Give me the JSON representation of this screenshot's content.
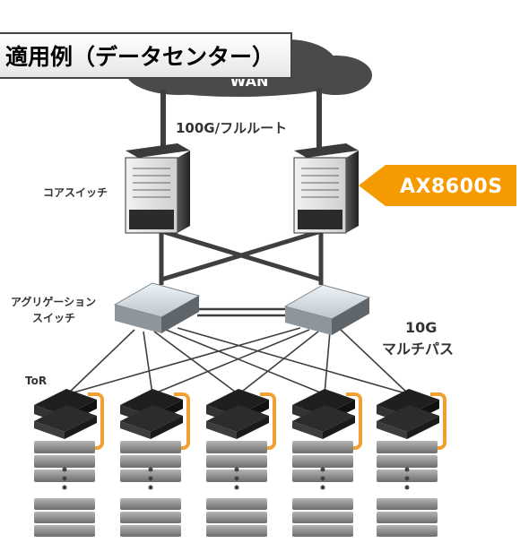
{
  "title": "適用例（データセンター）",
  "labels": {
    "wan": "WAN",
    "uplink": "100G/フルルート",
    "core": "コアスイッチ",
    "aggregation_line1": "アグリゲーション",
    "aggregation_line2": "スイッチ",
    "multipath_line1": "10G",
    "multipath_line2": "マルチパス",
    "tor": "ToR"
  },
  "callout": {
    "text": "AX8600S",
    "color": "#f59a00"
  },
  "colors": {
    "links": "#3f3f3f",
    "loop": "#f0a030",
    "switch_dark": "#2a2a2a",
    "server_gray": "#8a8a8a",
    "cloud": "#4a4a4a"
  },
  "icons": {
    "cloud": "wan-cloud-icon",
    "core": "chassis-switch-icon",
    "aggregation": "rack-switch-icon",
    "tor": "stacked-switch-icon",
    "server": "server-stack-icon"
  }
}
